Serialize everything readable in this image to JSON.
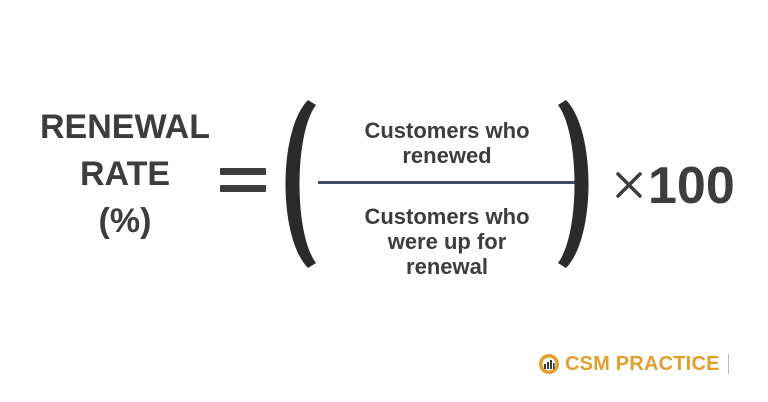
{
  "formula": {
    "label_lines": [
      "RENEWAL",
      "RATE",
      "(%)"
    ],
    "operator": "=",
    "numerator_lines": [
      "Customers who",
      "renewed"
    ],
    "denominator_lines": [
      "Customers who",
      "were up for",
      "renewal"
    ],
    "multiplier": "100"
  },
  "logo": {
    "text": "CSM PRACTICE",
    "icon": "gauge-icon"
  },
  "colors": {
    "text": "#3d3d3d",
    "fraction_line": "#3f4d66",
    "logo_orange": "#e1a02e",
    "background": "#ffffff"
  }
}
